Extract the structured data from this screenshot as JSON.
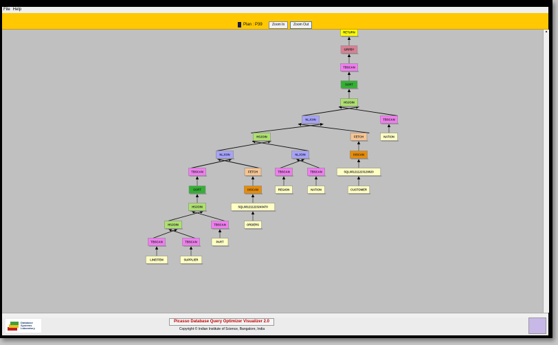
{
  "menu": {
    "file": "File",
    "help": "Help"
  },
  "toolbar": {
    "plan_label": "Plan : P39",
    "zoom_in": "Zoom In",
    "zoom_out": "Zoom Out",
    "plan_color": "#1a1a4a"
  },
  "footer": {
    "title": "Picasso Database Query Optimizer Visualizer 2.0",
    "copyright": "Copyright © Indian Institute of Science, Bangalore, India",
    "logo_text": "Database Systems Laboratory"
  },
  "colors": {
    "RETURN": "#ffff00",
    "GRPBY": "#d98094",
    "TBSCAN": "#f07ef0",
    "SORT": "#33b033",
    "HSJOIN": "#aee070",
    "NLJOIN": "#a8a4f4",
    "FETCH": "#f6c492",
    "IXSCAN": "#e88c08",
    "TABLE": "#ffffc4"
  },
  "plan": {
    "nodes": [
      {
        "id": "n1",
        "label": "RETURN",
        "type": "RETURN",
        "parent": null
      },
      {
        "id": "n2",
        "label": "GRPBY",
        "type": "GRPBY",
        "parent": "n1"
      },
      {
        "id": "n3",
        "label": "TBSCAN",
        "type": "TBSCAN",
        "parent": "n2"
      },
      {
        "id": "n4",
        "label": "SORT",
        "type": "SORT",
        "parent": "n3"
      },
      {
        "id": "n5",
        "label": "HSJOIN",
        "type": "HSJOIN",
        "parent": "n4"
      },
      {
        "id": "n6",
        "label": "NLJOIN",
        "type": "NLJOIN",
        "parent": "n5"
      },
      {
        "id": "n7",
        "label": "TBSCAN",
        "type": "TBSCAN",
        "parent": "n5"
      },
      {
        "id": "n8",
        "label": "NATION",
        "type": "TABLE",
        "parent": "n7"
      },
      {
        "id": "n9",
        "label": "HSJOIN",
        "type": "HSJOIN",
        "parent": "n6"
      },
      {
        "id": "n10",
        "label": "FETCH",
        "type": "FETCH",
        "parent": "n6"
      },
      {
        "id": "n11",
        "label": "IXSCAN",
        "type": "IXSCAN",
        "parent": "n10"
      },
      {
        "id": "n12",
        "label": "SQL081211223129620",
        "type": "TABLE",
        "parent": "n11"
      },
      {
        "id": "n13",
        "label": "CUSTOMER",
        "type": "TABLE",
        "parent": "n12"
      },
      {
        "id": "n14",
        "label": "NLJOIN",
        "type": "NLJOIN",
        "parent": "n9"
      },
      {
        "id": "n15",
        "label": "NLJOIN",
        "type": "NLJOIN",
        "parent": "n9"
      },
      {
        "id": "n16",
        "label": "TBSCAN",
        "type": "TBSCAN",
        "parent": "n14"
      },
      {
        "id": "n17",
        "label": "FETCH",
        "type": "FETCH",
        "parent": "n14"
      },
      {
        "id": "n18",
        "label": "TBSCAN",
        "type": "TBSCAN",
        "parent": "n15"
      },
      {
        "id": "n19",
        "label": "TBSCAN",
        "type": "TBSCAN",
        "parent": "n15"
      },
      {
        "id": "n20",
        "label": "SORT",
        "type": "SORT",
        "parent": "n16"
      },
      {
        "id": "n21",
        "label": "IXSCAN",
        "type": "IXSCAN",
        "parent": "n17"
      },
      {
        "id": "n22",
        "label": "REGION",
        "type": "TABLE",
        "parent": "n18"
      },
      {
        "id": "n23",
        "label": "NATION",
        "type": "TABLE",
        "parent": "n19"
      },
      {
        "id": "n24",
        "label": "HSJOIN",
        "type": "HSJOIN",
        "parent": "n20"
      },
      {
        "id": "n25",
        "label": "SQL081211223243470",
        "type": "TABLE",
        "parent": "n21"
      },
      {
        "id": "n26",
        "label": "ORDERS",
        "type": "TABLE",
        "parent": "n25"
      },
      {
        "id": "n27",
        "label": "HSJOIN",
        "type": "HSJOIN",
        "parent": "n24"
      },
      {
        "id": "n28",
        "label": "TBSCAN",
        "type": "TBSCAN",
        "parent": "n24"
      },
      {
        "id": "n29",
        "label": "TBSCAN",
        "type": "TBSCAN",
        "parent": "n27"
      },
      {
        "id": "n30",
        "label": "TBSCAN",
        "type": "TBSCAN",
        "parent": "n27"
      },
      {
        "id": "n31",
        "label": "PART",
        "type": "TABLE",
        "parent": "n28"
      },
      {
        "id": "n32",
        "label": "LINEITEM",
        "type": "TABLE",
        "parent": "n29"
      },
      {
        "id": "n33",
        "label": "SUPPLIER",
        "type": "TABLE",
        "parent": "n30"
      }
    ]
  }
}
